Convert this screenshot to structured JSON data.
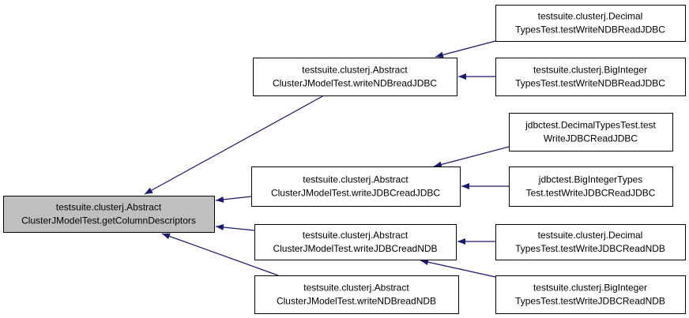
{
  "colors": {
    "edge": "#191970",
    "border": "#000000",
    "root_fill": "#bfbfbf",
    "node_fill": "#ffffff"
  },
  "nodes": [
    {
      "id": "root",
      "lines": [
        "testsuite.clusterj.Abstract",
        "ClusterJModelTest.getColumnDescriptors"
      ],
      "highlight": true
    },
    {
      "id": "wnrj",
      "lines": [
        "testsuite.clusterj.Abstract",
        "ClusterJModelTest.writeNDBreadJDBC"
      ]
    },
    {
      "id": "wjrj",
      "lines": [
        "testsuite.clusterj.Abstract",
        "ClusterJModelTest.writeJDBCreadJDBC"
      ]
    },
    {
      "id": "wjrn",
      "lines": [
        "testsuite.clusterj.Abstract",
        "ClusterJModelTest.writeJDBCreadNDB"
      ]
    },
    {
      "id": "wnrn",
      "lines": [
        "testsuite.clusterj.Abstract",
        "ClusterJModelTest.writeNDBreadNDB"
      ]
    },
    {
      "id": "dec_nrj",
      "lines": [
        "testsuite.clusterj.Decimal",
        "TypesTest.testWriteNDBReadJDBC"
      ]
    },
    {
      "id": "big_nrj",
      "lines": [
        "testsuite.clusterj.BigInteger",
        "TypesTest.testWriteNDBReadJDBC"
      ]
    },
    {
      "id": "jdbc_dec",
      "lines": [
        "jdbctest.DecimalTypesTest.test",
        "WriteJDBCReadJDBC"
      ]
    },
    {
      "id": "jdbc_big",
      "lines": [
        "jdbctest.BigIntegerTypes",
        "Test.testWriteJDBCReadJDBC"
      ]
    },
    {
      "id": "dec_jrn",
      "lines": [
        "testsuite.clusterj.Decimal",
        "TypesTest.testWriteJDBCReadNDB"
      ]
    },
    {
      "id": "big_jrn",
      "lines": [
        "testsuite.clusterj.BigInteger",
        "TypesTest.testWriteJDBCReadNDB"
      ]
    }
  ],
  "edges": [
    {
      "from": "wnrj",
      "to": "root"
    },
    {
      "from": "wjrj",
      "to": "root"
    },
    {
      "from": "wjrn",
      "to": "root"
    },
    {
      "from": "wnrn",
      "to": "root"
    },
    {
      "from": "dec_nrj",
      "to": "wnrj"
    },
    {
      "from": "big_nrj",
      "to": "wnrj"
    },
    {
      "from": "jdbc_dec",
      "to": "wjrj"
    },
    {
      "from": "jdbc_big",
      "to": "wjrj"
    },
    {
      "from": "dec_jrn",
      "to": "wjrn"
    },
    {
      "from": "big_jrn",
      "to": "wjrn"
    }
  ]
}
